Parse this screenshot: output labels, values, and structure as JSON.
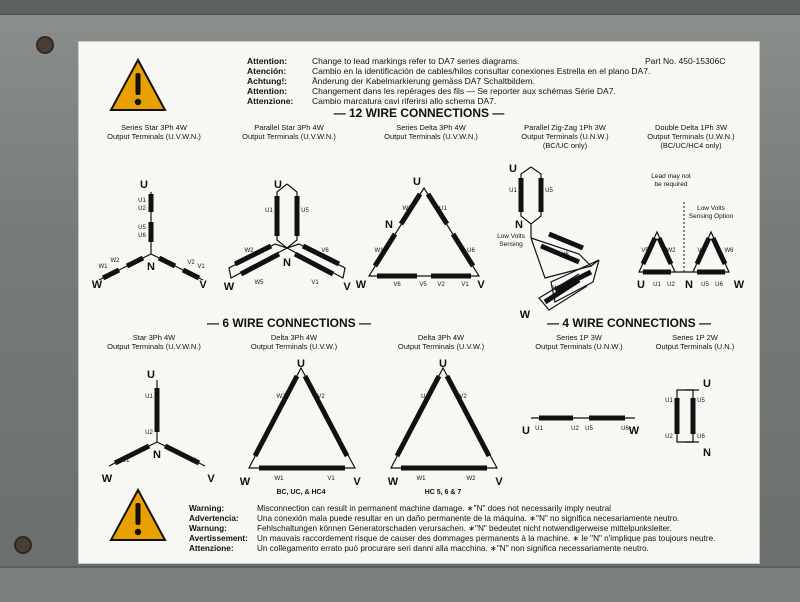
{
  "header": {
    "part_no": "Part No. 450-15306C",
    "rows": [
      {
        "label": "Attention:",
        "text": "Change to lead markings refer to DA7 series diagrams."
      },
      {
        "label": "Atención:",
        "text": "Cambio en la identificación de cables/hilos consultar conexiones Estrella en el plano DA7."
      },
      {
        "label": "Achtung!:",
        "text": "Änderung der Kabelmarkierung gemäss DA7 Schaltbildern."
      },
      {
        "label": "Attention:",
        "text": "Changement dans les repérages des fils — Se reporter aux schémas Série DA7."
      },
      {
        "label": "Attenzione:",
        "text": "Cambio marcatura cavi riferirsi allo schema DA7."
      }
    ]
  },
  "sections": {
    "twelve_wire": "— 12 WIRE CONNECTIONS —",
    "six_wire": "— 6 WIRE CONNECTIONS —",
    "four_wire": "— 4 WIRE CONNECTIONS —"
  },
  "diagrams": {
    "series_star": {
      "title": "Series Star 3Ph 4W",
      "subtitle": "Output Terminals (U.V.W.N.)"
    },
    "parallel_star": {
      "title": "Parallel Star 3Ph 4W",
      "subtitle": "Output Terminals (U.V.W.N.)"
    },
    "series_delta": {
      "title": "Series Delta 3Ph 4W",
      "subtitle": "Output Terminals (U.V.W.N.)"
    },
    "zigzag": {
      "title": "Parallel Zig-Zag 1Ph 3W",
      "subtitle": "Output Terminals (U.N.W.)",
      "note": "(BC/UC only)",
      "sense": "Low Volts",
      "sense2": "Sensing"
    },
    "double_delta": {
      "title": "Double Delta 1Ph 3W",
      "subtitle": "Output Terminals (U.W.N.)",
      "note": "(BC/UC/HC4 only)",
      "lead1": "Lead may not",
      "lead2": "be required",
      "sense1": "Low Volts",
      "sense2": "Sensing Option"
    },
    "star6": {
      "title": "Star 3Ph 4W",
      "subtitle": "Output Terminals (U.V.W.N.)"
    },
    "delta6a": {
      "title": "Delta 3Ph 4W",
      "subtitle": "Output Terminals (U.V.W.)",
      "caption": "BC, UC, & HC4"
    },
    "delta6b": {
      "title": "Delta 3Ph 4W",
      "subtitle": "Output Terminals (U.V.W.)",
      "caption": "HC 5, 6 & 7"
    },
    "series1p": {
      "title": "Series 1P 3W",
      "subtitle": "Output Terminals (U.N.W.)"
    },
    "series1p2w": {
      "title": "Series 1P 2W",
      "subtitle": "Output Terminals (U.N.)"
    }
  },
  "warning": {
    "rows": [
      {
        "label": "Warning:",
        "text": "Misconnection can result in permanent machine damage. ∗\"N\" does not necessarily imply neutral"
      },
      {
        "label": "Advertencia:",
        "text": "Una conexión mala puede resultar en un daño permanente de la máquina. ∗\"N\" no significa necesariamente neutro."
      },
      {
        "label": "Warnung:",
        "text": "Fehlschaltungen können Generatorschaden verursachen. ∗\"N\" bedeutet nicht notwendigerweise mittelpunksleiter."
      },
      {
        "label": "Avertissement:",
        "text": "Un mauvais raccordement risque de causer des dommages permanents à la machine. ∗ le \"N\" n'implique pas toujours neutre."
      },
      {
        "label": "Attenzione:",
        "text": "Un collegamento errato può procurare seri danni alla macchina. ∗\"N\" non significa necessariamente neutro."
      }
    ]
  },
  "icons": [
    "warning-triangle-icon"
  ],
  "colors": {
    "warning_fill": "#e8a100",
    "plate": "#f7f7f3",
    "ink": "#111111"
  }
}
